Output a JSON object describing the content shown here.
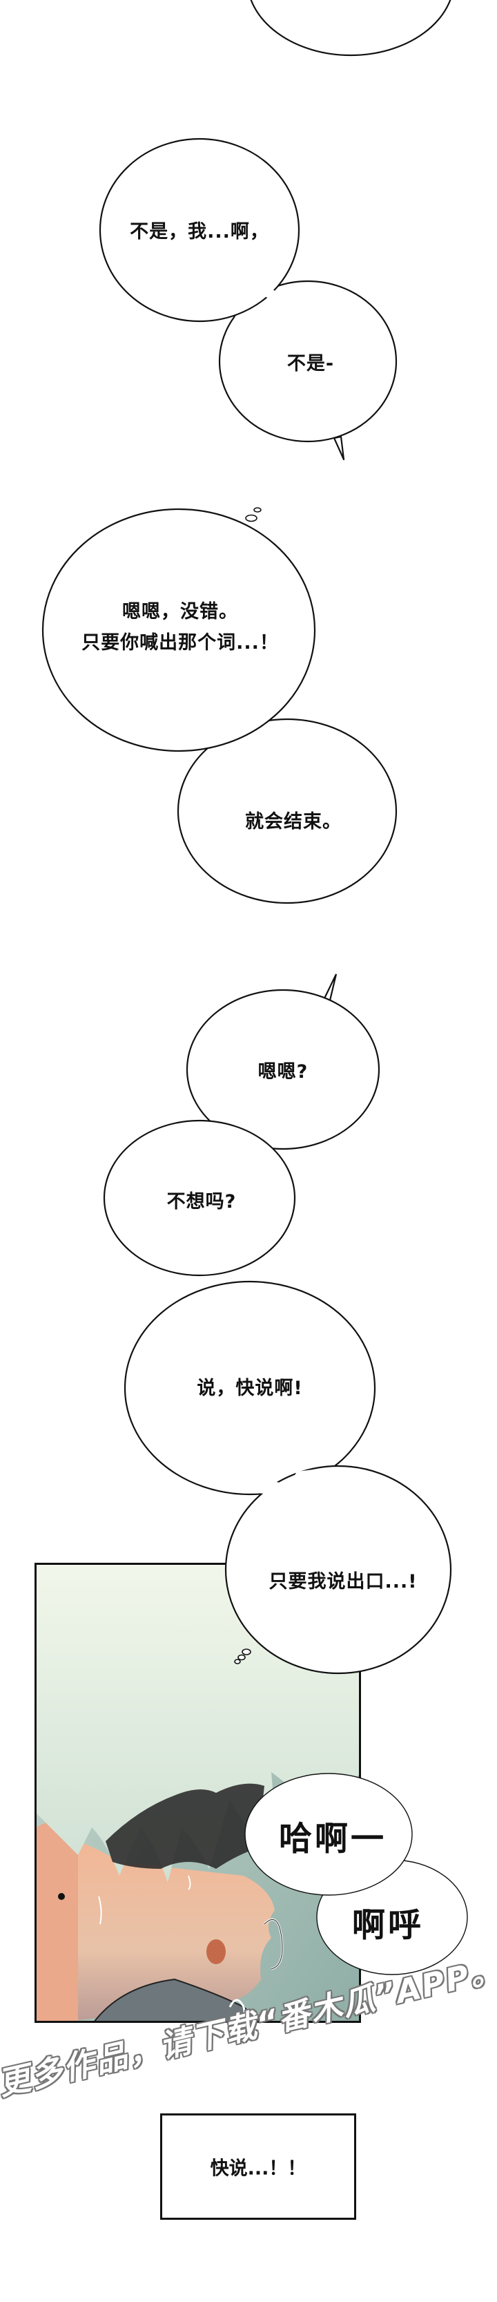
{
  "comic": {
    "background_color": "#ffffff",
    "stroke_color": "#111111",
    "bubbles": [
      {
        "id": "b0",
        "text": ""
      },
      {
        "id": "b1",
        "text": "不是，我...啊，"
      },
      {
        "id": "b2",
        "text": "不是-"
      },
      {
        "id": "b3",
        "lines": [
          "嗯嗯，没错。",
          "只要你喊出那个词...！"
        ]
      },
      {
        "id": "b4",
        "text": "就会结束。"
      },
      {
        "id": "b5",
        "text": "嗯嗯?"
      },
      {
        "id": "b6",
        "text": "不想吗?"
      },
      {
        "id": "b7",
        "text": "说，快说啊!"
      },
      {
        "id": "b8",
        "text": "只要我说出口...!"
      },
      {
        "id": "b9",
        "text": "哈啊一"
      },
      {
        "id": "b10",
        "text": "啊呼"
      }
    ],
    "art_panel": {
      "description": "close-up of blindfolded character with pale mint hair, flushed face, sweating, panting",
      "colors": {
        "hair": "#eef5e6",
        "background": "#9fb8af",
        "skin": "#f0b898",
        "blindfold": "#2b2b2b",
        "shirt": "#6f7a80"
      }
    },
    "narration_box": {
      "text": "快说...！！"
    },
    "watermark": {
      "text": "更多作品，请下载“番木瓜”APP。"
    }
  }
}
